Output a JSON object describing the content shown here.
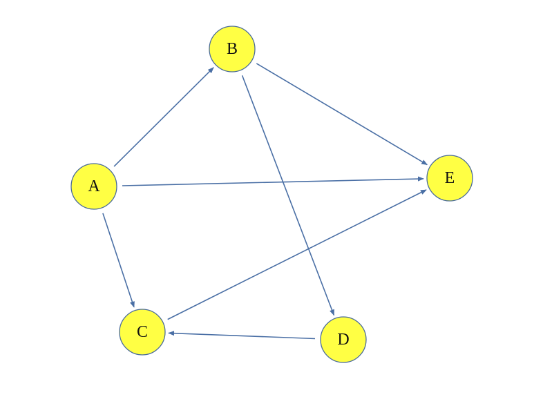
{
  "diagram": {
    "type": "directed-graph",
    "colors": {
      "node_fill": "#ffff44",
      "node_stroke": "#4a6b9a",
      "edge": "#4a6fa5",
      "label": "#111111",
      "background": "#ffffff"
    },
    "nodes": [
      {
        "id": "A",
        "label": "A"
      },
      {
        "id": "B",
        "label": "B"
      },
      {
        "id": "C",
        "label": "C"
      },
      {
        "id": "D",
        "label": "D"
      },
      {
        "id": "E",
        "label": "E"
      }
    ],
    "edges": [
      {
        "from": "A",
        "to": "B"
      },
      {
        "from": "A",
        "to": "E"
      },
      {
        "from": "A",
        "to": "C"
      },
      {
        "from": "B",
        "to": "E"
      },
      {
        "from": "B",
        "to": "D"
      },
      {
        "from": "C",
        "to": "E"
      },
      {
        "from": "D",
        "to": "C"
      }
    ]
  }
}
